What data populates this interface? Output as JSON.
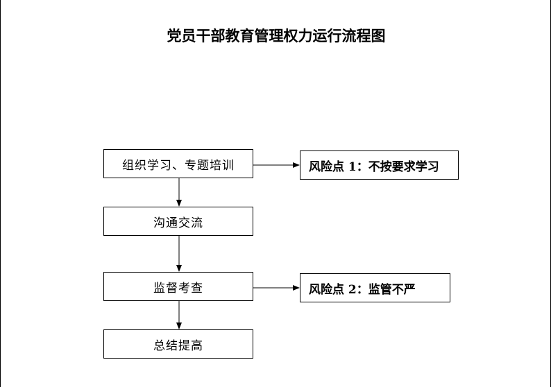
{
  "title": "党员干部教育管理权力运行流程图",
  "steps": [
    {
      "label": "组织学习、专题培训"
    },
    {
      "label": "沟通交流"
    },
    {
      "label": "监督考查"
    },
    {
      "label": "总结提高"
    }
  ],
  "risks": [
    {
      "label": "风险点 1：不按要求学习"
    },
    {
      "label": "风险点 2：监管不严"
    }
  ]
}
